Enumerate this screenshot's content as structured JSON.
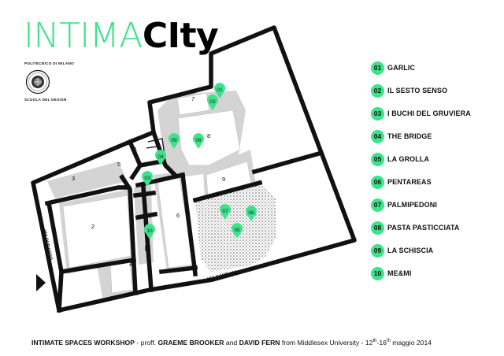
{
  "title": {
    "part1": "INTIMA",
    "part2": "CIty"
  },
  "organization": {
    "line1": "POLITECNICO DI MILANO",
    "line2": "SCUOLA DEL DESIGN"
  },
  "legend": [
    {
      "num": "01",
      "label": "GARLIC"
    },
    {
      "num": "02",
      "label": "IL SESTO SENSO"
    },
    {
      "num": "03",
      "label": "I BUCHI DEL GRUVIERA"
    },
    {
      "num": "04",
      "label": "THE BRIDGE"
    },
    {
      "num": "05",
      "label": "LA GROLLA"
    },
    {
      "num": "06",
      "label": "PENTAREAS"
    },
    {
      "num": "07",
      "label": "PALMIPEDONI"
    },
    {
      "num": "08",
      "label": "PASTA PASTICCIATA"
    },
    {
      "num": "09",
      "label": "LA SCHISCIA"
    },
    {
      "num": "10",
      "label": "ME&MI"
    }
  ],
  "map": {
    "pins": [
      "01",
      "02",
      "03",
      "04",
      "05",
      "06",
      "07",
      "08",
      "09",
      "10"
    ],
    "areas": [
      "1",
      "2",
      "3",
      "4",
      "5",
      "6",
      "7",
      "8",
      "9"
    ],
    "streets": {
      "left": "VIA DURANDO",
      "bottom": "VIA CANDIANI"
    },
    "accent_color": "#3be38a"
  },
  "footer": {
    "bold": "INTIMATE SPACES WORKSHOP",
    "middle": " - proff. ",
    "bold2": "GRAEME BROOKER",
    "and": " and ",
    "bold3": "DAVID FERN",
    "from": " from Middlesex University - 12",
    "sup1": "th",
    "dash": "-16",
    "sup2": "th",
    "end": " maggio 2014"
  }
}
